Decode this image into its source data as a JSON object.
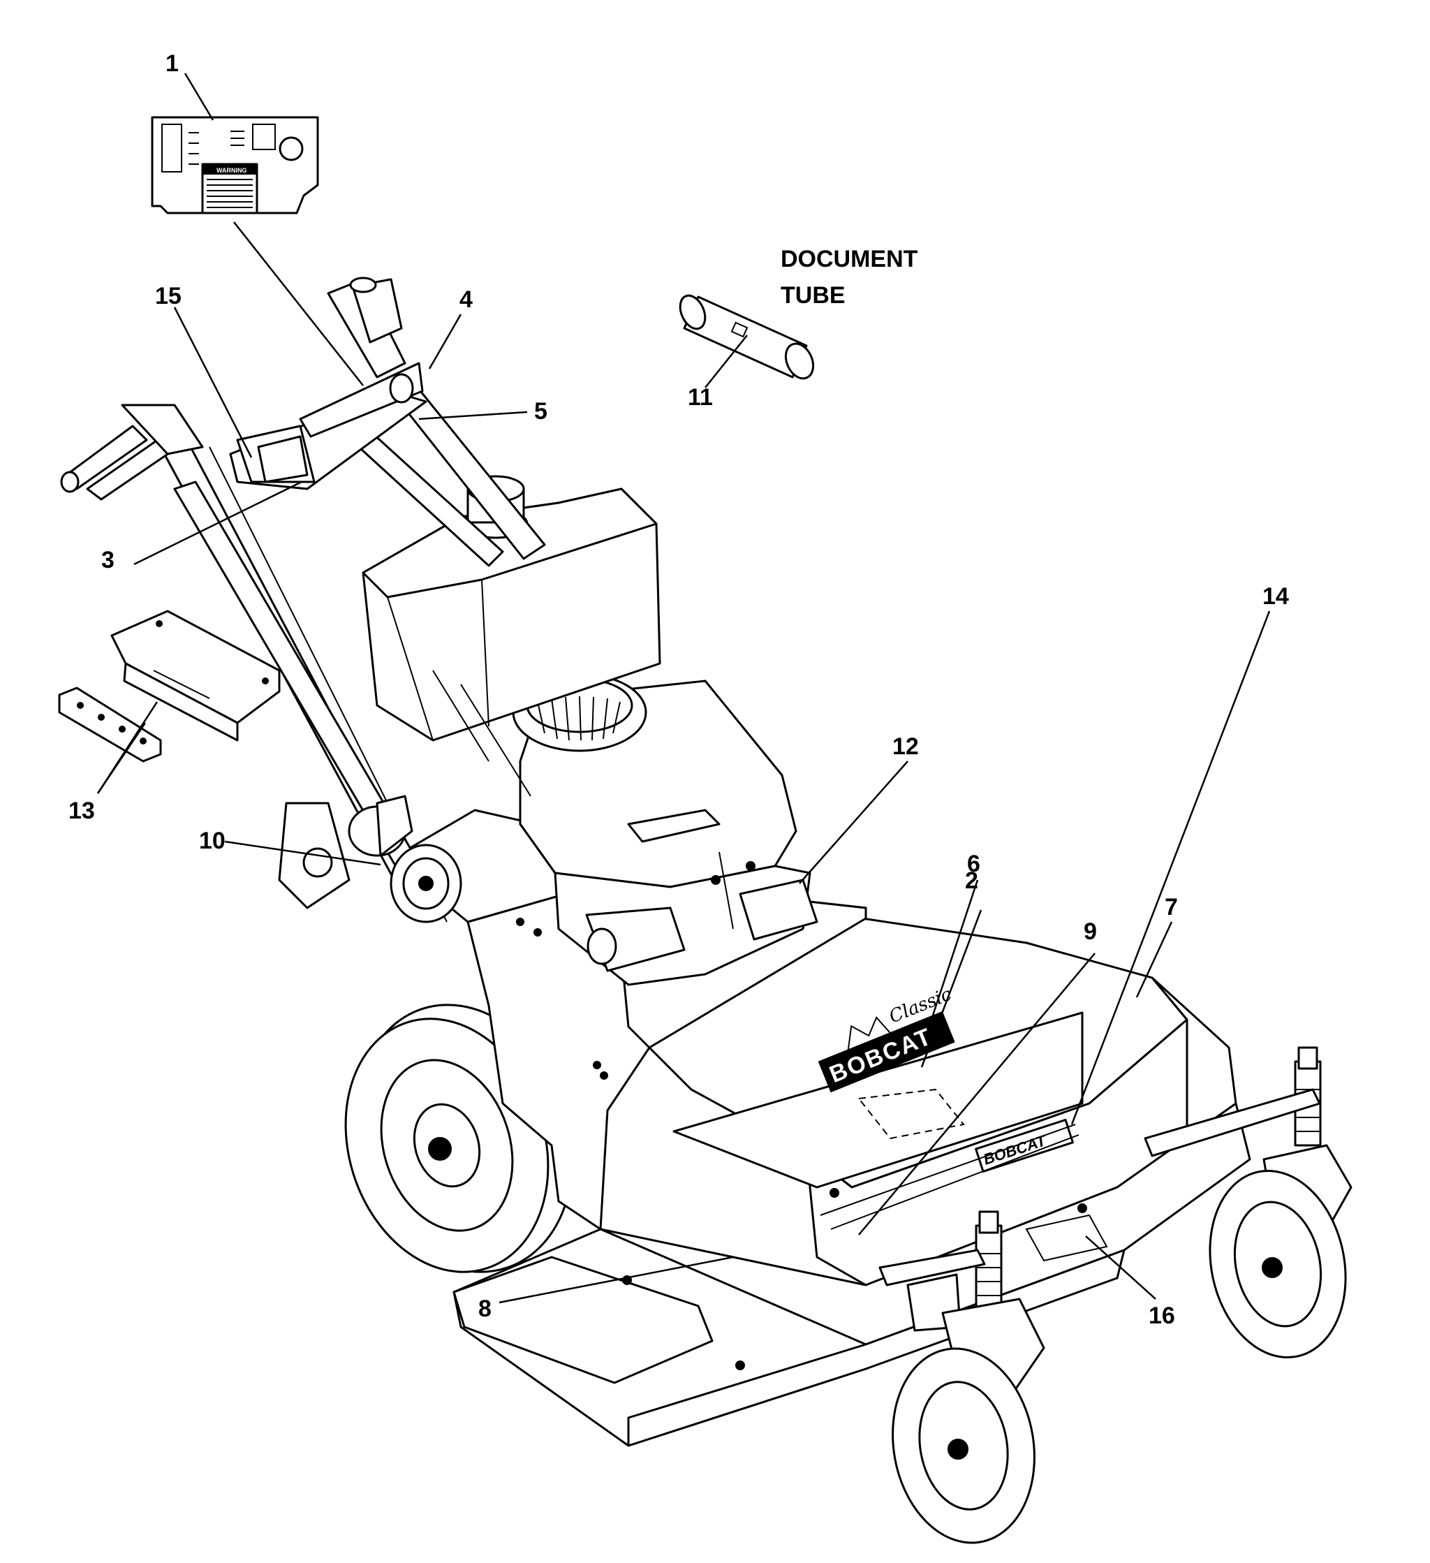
{
  "document_tube": {
    "line1": "DOCUMENT",
    "line2": "TUBE"
  },
  "decal_panel": {
    "warning_heading": "WARNING"
  },
  "deck_decal": {
    "brand": "BOBCAT",
    "model_script": "Classic"
  },
  "callouts": [
    {
      "id": "c1",
      "label": "1"
    },
    {
      "id": "c2",
      "label": "2"
    },
    {
      "id": "c3",
      "label": "3"
    },
    {
      "id": "c4",
      "label": "4"
    },
    {
      "id": "c5",
      "label": "5"
    },
    {
      "id": "c6",
      "label": "6"
    },
    {
      "id": "c7",
      "label": "7"
    },
    {
      "id": "c8",
      "label": "8"
    },
    {
      "id": "c9",
      "label": "9"
    },
    {
      "id": "c10",
      "label": "10"
    },
    {
      "id": "c11",
      "label": "11"
    },
    {
      "id": "c12",
      "label": "12"
    },
    {
      "id": "c13",
      "label": "13"
    },
    {
      "id": "c14",
      "label": "14"
    },
    {
      "id": "c15",
      "label": "15"
    },
    {
      "id": "c16",
      "label": "16"
    }
  ]
}
